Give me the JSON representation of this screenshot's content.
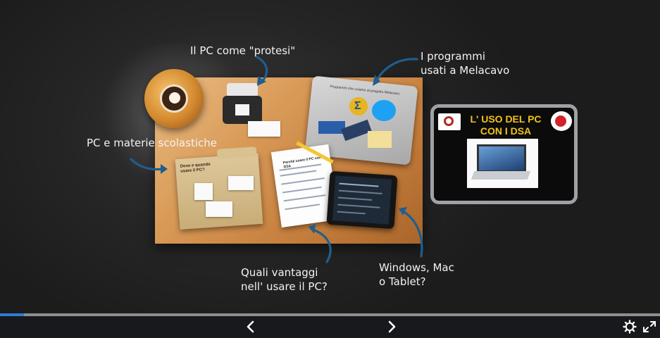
{
  "presentation": {
    "labels": {
      "pc_protesi": "Il PC come  \"protesi\"",
      "programmi": "I programmi\nusati a Melacavo",
      "materie": "PC e materie scolastiche",
      "vantaggi": "Quali vantaggi\nnell' usare il PC?",
      "windows_mac": "Windows, Mac\no Tablet?"
    },
    "board": {
      "folder_title": "Dove e quando usare il PC?",
      "notes_title": "Perché usare il PC con i DSA",
      "lid_title": "Programmi che usiamo al progetto Melacavo"
    },
    "side_card": {
      "title": "L' USO DEL PC CON I DSA"
    }
  },
  "progress": {
    "percent": 3.6
  },
  "toolbar": {
    "prev_icon": "‹",
    "next_icon": "›",
    "settings_icon": "gear-icon",
    "fullscreen_icon": "fullscreen-icon"
  },
  "colors": {
    "accent": "#2c7cd6",
    "card_title": "#f1c21b"
  }
}
